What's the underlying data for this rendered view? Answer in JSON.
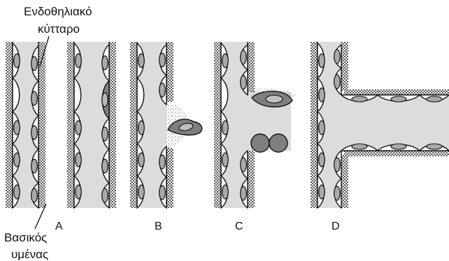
{
  "labels": {
    "endothelial_cell": [
      "Ενδοθηλιακό",
      "κύτταρο"
    ],
    "basement_membrane": [
      "Βασικός",
      "υμένας"
    ]
  },
  "stages": [
    "A",
    "B",
    "C",
    "D"
  ],
  "colors": {
    "lumen": "#dcdcdc",
    "cell_fill": "#ffffff",
    "nucleus_fill": "#a9a9a9",
    "activated_cell_fill": "#7f7f7f",
    "membrane_dots": "#555555",
    "outline": "#111111"
  }
}
